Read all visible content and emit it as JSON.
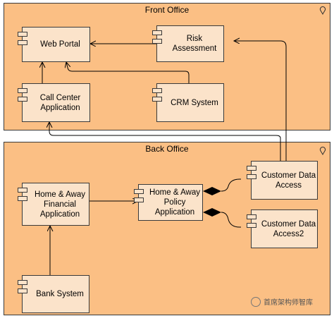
{
  "groups": {
    "front_office": "Front Office",
    "back_office": "Back Office"
  },
  "components": {
    "web_portal": "Web Portal",
    "risk_assessment": "Risk\nAssessment",
    "call_center_application": "Call Center\nApplication",
    "crm_system": "CRM System",
    "home_away_financial_application": "Home & Away\nFinancial\nApplication",
    "home_away_policy_application": "Home & Away\nPolicy\nApplication",
    "customer_data_access": "Customer Data\nAccess",
    "customer_data_access2": "Customer Data\nAccess2",
    "bank_system": "Bank System"
  },
  "watermark": {
    "text": "首席架构师智库",
    "icon": "wechat-logo"
  },
  "colors": {
    "group_fill": "#fbbf84",
    "component_fill": "#fbe3ca",
    "line": "#000000"
  }
}
